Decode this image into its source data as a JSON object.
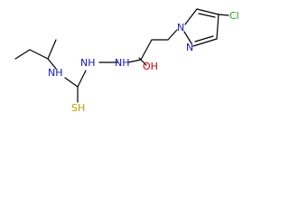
{
  "molecule": {
    "atoms": {
      "nh_left": "NH",
      "nh_mid": "NH",
      "nh_right": "NH",
      "sh": "SH",
      "oh": "OH",
      "n_pyrazole_1": "N",
      "n_pyrazole_2": "N",
      "cl": "Cl"
    },
    "colors": {
      "bond": "#000000",
      "nitrogen": "#1414cc",
      "chlorine": "#1f9b1f",
      "sulfur": "#b8a000",
      "oxygen": "#d00000"
    }
  }
}
